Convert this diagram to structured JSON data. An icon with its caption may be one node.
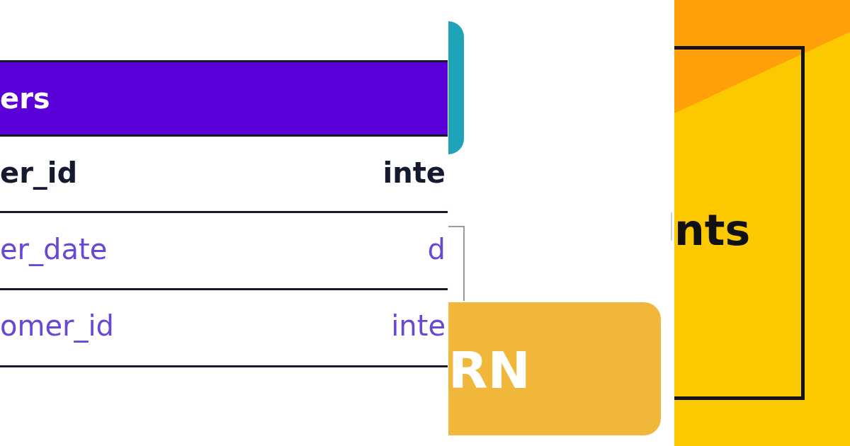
{
  "diagram": {
    "nodes": [
      {
        "text": [
          "ers"
        ]
      },
      {
        "text": [],
        "shape": "box"
      },
      {
        "text": [
          "RN"
        ]
      },
      {
        "text": [
          "nts"
        ]
      }
    ],
    "labels": [
      "er_id",
      "inte",
      "er_date",
      "d",
      "omer_id",
      "inte"
    ]
  }
}
